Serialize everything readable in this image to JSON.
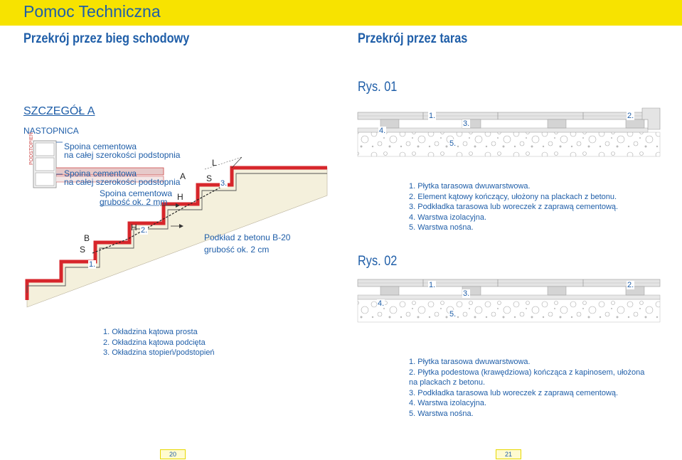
{
  "header": {
    "title": "Pomoc Techniczna"
  },
  "left": {
    "section_title": "Przekrój przez bieg schodowy",
    "detail_title": "SZCZEGÓŁ A",
    "nastopnica": "NASTOPNICA",
    "podstopien": "PODSTOPIEŃ",
    "spoina1_line1": "Spoina cementowa",
    "spoina1_line2": "na całej szerokości podstopnia",
    "spoina2_line1": "Spoina cementowa",
    "spoina2_line2": "na całej szerokości podstopnia",
    "spoina3_line1": "Spoina cementowa",
    "spoina3_line2": "grubość ok. 2 mm",
    "podklad_line1": "Podkład z betonu B-20",
    "podklad_line2": "grubość ok. 2 cm",
    "letters": {
      "A": "A",
      "H1": "H",
      "H2": "H",
      "L": "L",
      "S1": "S",
      "S2": "S",
      "B": "B"
    },
    "markers": {
      "m1": "1.",
      "m2": "2.",
      "m3": "3."
    },
    "legend": [
      "1. Okładzina kątowa prosta",
      "2. Okładzina kątowa podcięta",
      "3. Okładzina stopień/podstopień"
    ]
  },
  "right": {
    "section_title": "Przekrój przez taras",
    "rys1": "Rys. 01",
    "rys2": "Rys. 02",
    "markers": {
      "m1": "1.",
      "m2": "2.",
      "m3": "3.",
      "m4": "4.",
      "m5": "5."
    },
    "legend1": [
      "1. Płytka tarasowa dwuwarstwowa.",
      "2. Element kątowy kończący, ułożony na plackach z betonu.",
      "3. Podkładka tarasowa lub woreczek z zaprawą cementową.",
      "4. Warstwa izolacyjna.",
      "5. Warstwa nośna."
    ],
    "legend2": [
      "1. Płytka tarasowa dwuwarstwowa.",
      "2. Płytka podestowa (krawędziowa) kończąca z kapinosem, ułożona",
      "na plackach z betonu.",
      "3. Podkładka tarasowa lub woreczek z zaprawą cementową.",
      "4. Warstwa izolacyjna.",
      "5. Warstwa nośna."
    ]
  },
  "footer": {
    "page_left": "20",
    "page_right": "21"
  },
  "colors": {
    "brand_yellow": "#f7e300",
    "brand_blue": "#1f5ea8",
    "accent_red": "#d7262b"
  }
}
